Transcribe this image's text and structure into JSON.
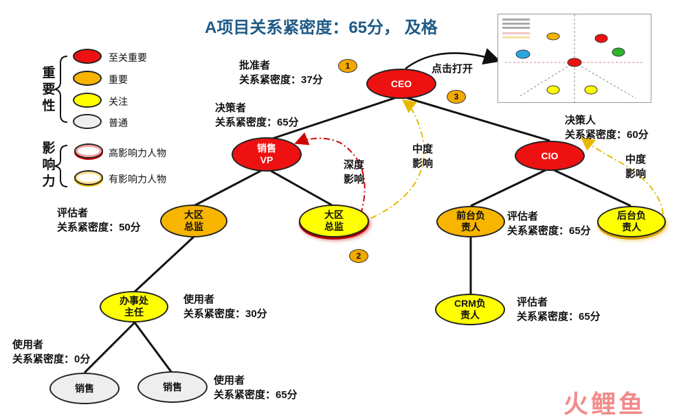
{
  "title": "A项目关系紧密度：65分， 及格",
  "legend": {
    "importance_label": [
      "重",
      "要",
      "性"
    ],
    "influence_label": [
      "影",
      "响",
      "力"
    ],
    "items": [
      {
        "text": "至关重要",
        "color": "#ee1111"
      },
      {
        "text": "重要",
        "color": "#f7b500"
      },
      {
        "text": "关注",
        "color": "#ffff00"
      },
      {
        "text": "普通",
        "color": "#eeeeee"
      }
    ],
    "influence": [
      {
        "text": "高影响力人物"
      },
      {
        "text": "有影响力人物"
      }
    ]
  },
  "nodes": {
    "ceo": "CEO",
    "sales_vp": "销售\nVP",
    "cio": "CIO",
    "region_director_1": "大区\n总监",
    "region_director_2": "大区\n总监",
    "front_desk": "前台负\n责人",
    "back_desk": "后台负\n责人",
    "office_head": "办事处\n主任",
    "crm_head": "CRM负\n责人",
    "sales_1": "销售",
    "sales_2": "销售"
  },
  "labels": {
    "ceo_role": "批准者",
    "ceo_score": "关系紧密度：37分",
    "vp_role": "决策者",
    "vp_score": "关系紧密度：65分",
    "cio_role": "决策人",
    "cio_score": "关系紧密度：60分",
    "rd1_role": "评估者",
    "rd1_score": "关系紧密度：50分",
    "front_role": "评估者",
    "front_score": "关系紧密度：65分",
    "office_role": "使用者",
    "office_score": "关系紧密度：30分",
    "crm_role": "评估者",
    "crm_score": "关系紧密度：65分",
    "sales1_role": "使用者",
    "sales1_score": "关系紧密度：0分",
    "sales2_role": "使用者",
    "sales2_score": "关系紧密度：65分",
    "click_open": "点击打开",
    "deep_influence": "深度\n影响",
    "mid_influence_1": "中度\n影响",
    "mid_influence_2": "中度\n影响"
  },
  "badges": [
    "1",
    "2",
    "3"
  ],
  "watermark": "火鲤鱼",
  "colors": {
    "title": "#1f5a86",
    "red": "#ee1111",
    "orange": "#f7b500",
    "yellow": "#ffff00",
    "gray": "#eeeeee"
  }
}
